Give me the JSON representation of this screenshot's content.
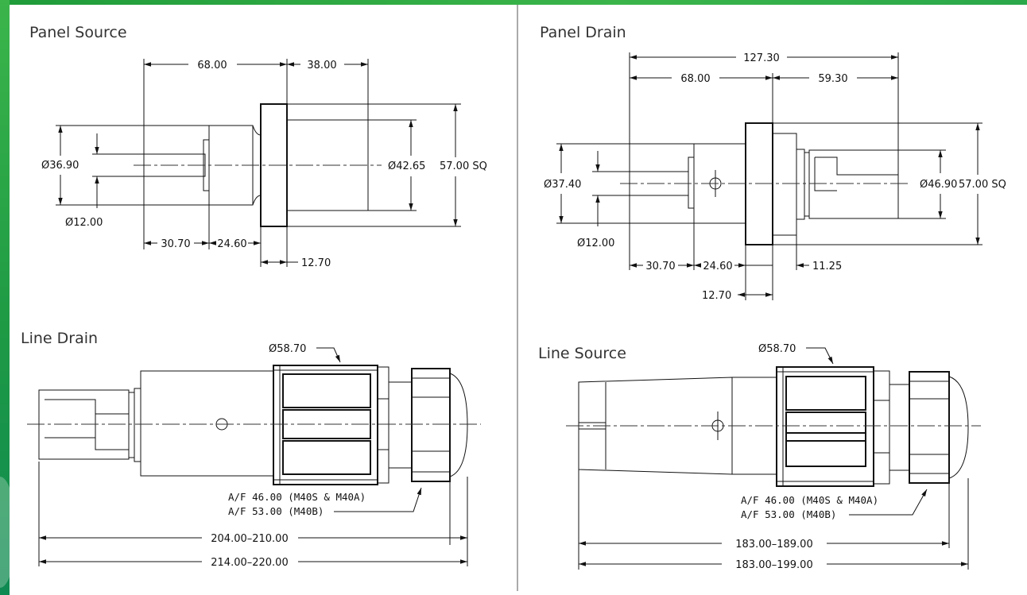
{
  "panels": {
    "panel_source": {
      "title": "Panel  Source",
      "dims": [
        "68.00",
        "38.00",
        "Ø36.90",
        "Ø42.65",
        "57.00 SQ",
        "Ø12.00",
        "30.70",
        "24.60",
        "12.70"
      ]
    },
    "panel_drain": {
      "title": "Panel Drain",
      "dims": [
        "127.30",
        "68.00",
        "59.30",
        "Ø37.40",
        "Ø46.90",
        "57.00 SQ",
        "Ø12.00",
        "30.70",
        "24.60",
        "11.25",
        "12.70"
      ]
    },
    "line_drain": {
      "title": "Line Drain",
      "dims": [
        "Ø58.70",
        "A/F 46.00 (M40S & M40A)",
        "A/F 53.00 (M40B)",
        "204.00–210.00",
        "214.00–220.00"
      ]
    },
    "line_source": {
      "title": "Line Source",
      "dims": [
        "Ø58.70",
        "A/F 46.00 (M40S & M40A)",
        "A/F 53.00 (M40B)",
        "183.00–189.00",
        "183.00–199.00"
      ]
    }
  },
  "colors": {
    "accent_green": "#3bb54a",
    "line": "#111111"
  }
}
